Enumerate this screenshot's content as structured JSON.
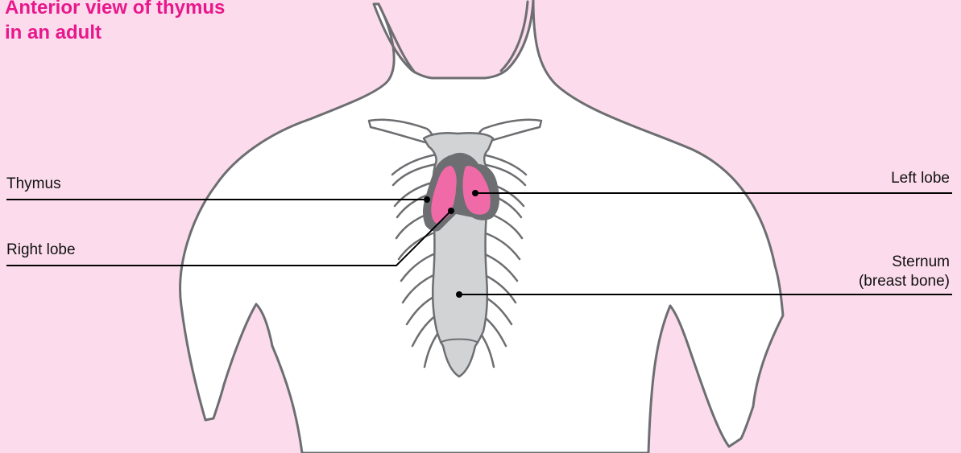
{
  "title": {
    "line1": "Anterior view of thymus",
    "line2": "in an adult"
  },
  "labels": {
    "thymus": "Thymus",
    "right_lobe": "Right lobe",
    "left_lobe": "Left lobe",
    "sternum_line1": "Sternum",
    "sternum_line2": "(breast bone)"
  },
  "colors": {
    "background": "#fcdcec",
    "title": "#e8178c",
    "thymus": "#f06aa8",
    "outline": "#6d6e71",
    "sternum": "#d1d3d4"
  }
}
